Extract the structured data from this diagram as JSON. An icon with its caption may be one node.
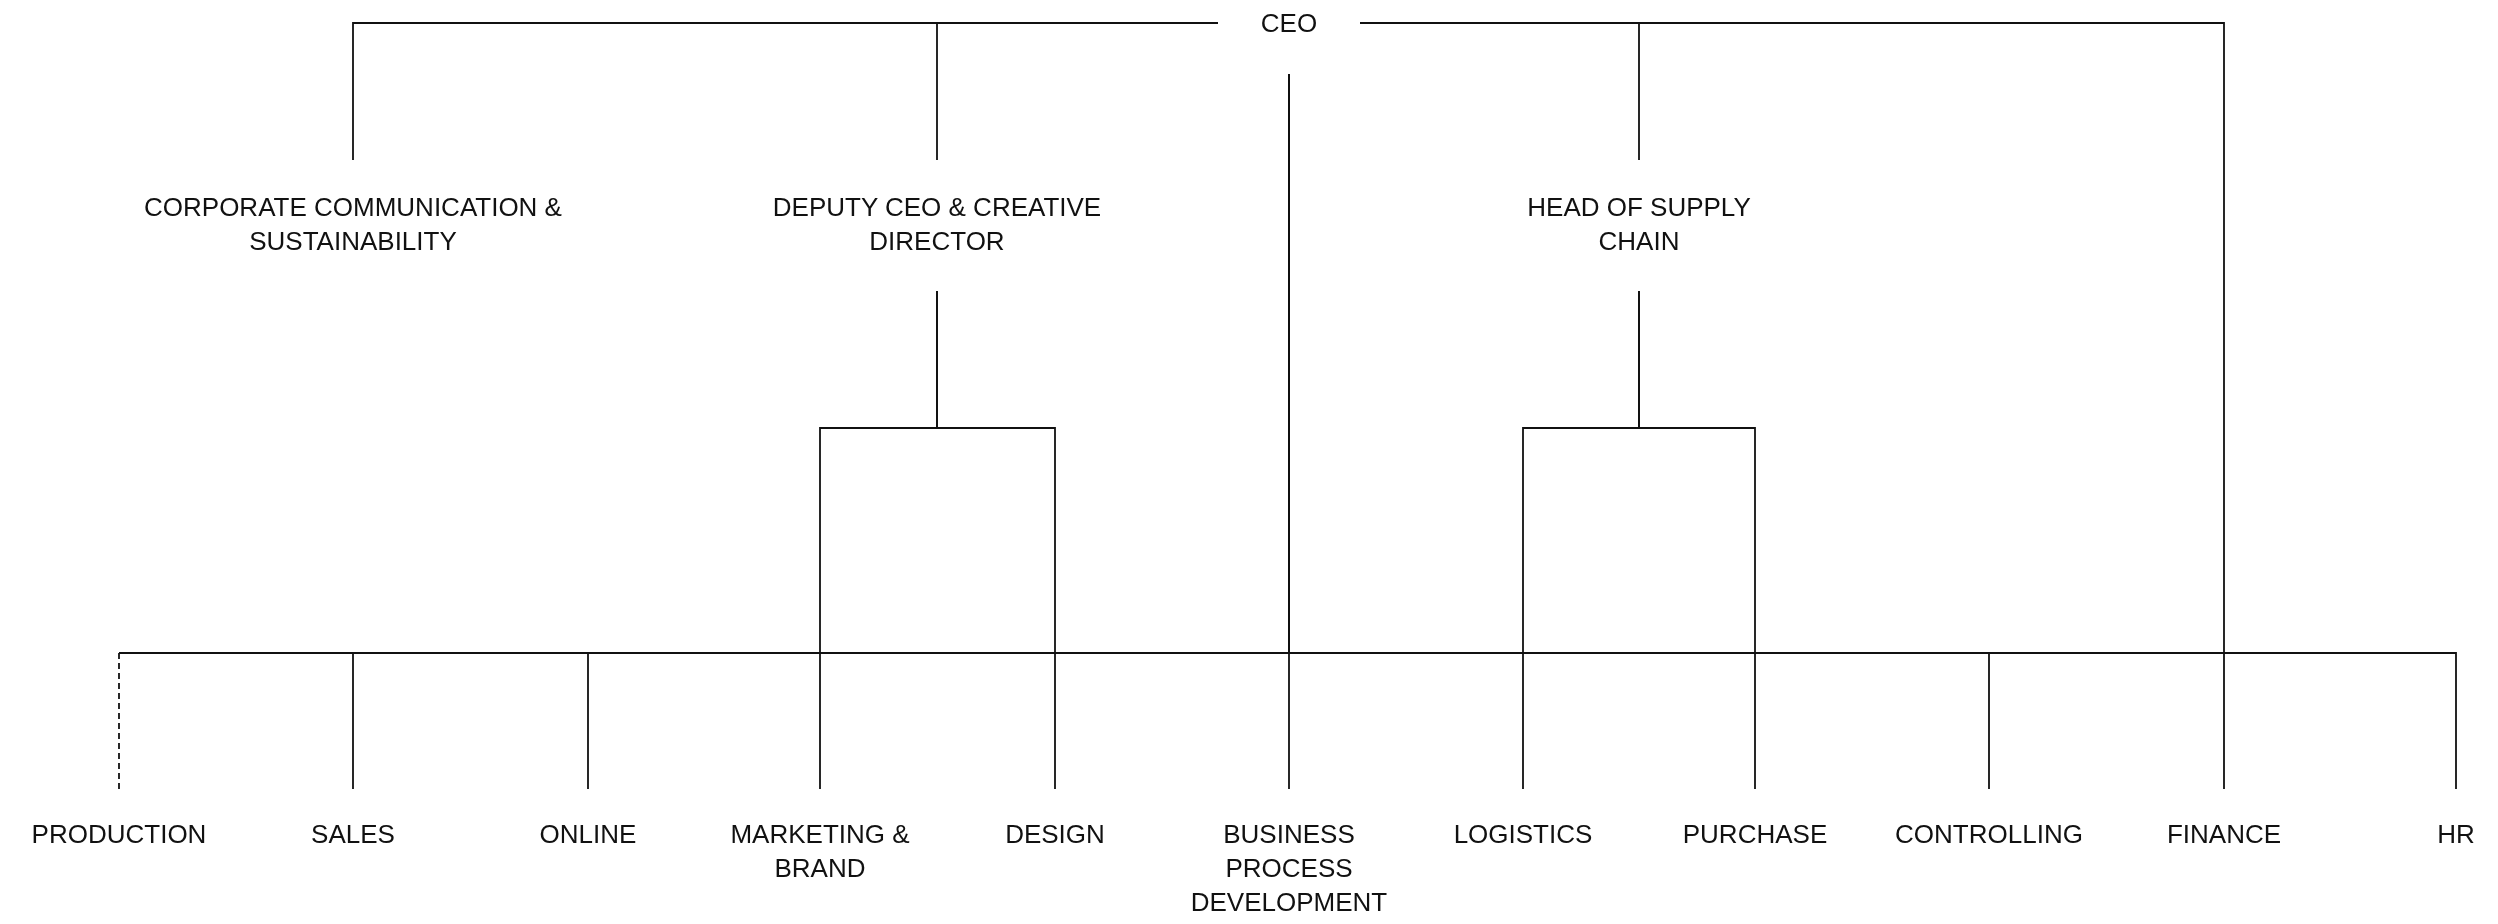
{
  "diagram": {
    "nodes": [
      {
        "text": [
          "CEO"
        ]
      },
      {
        "text": [
          "CORPORATE COMMUNICATION & SUSTAINABILITY"
        ]
      },
      {
        "text": [
          "DEPUTY CEO & CREATIVE DIRECTOR"
        ]
      },
      {
        "text": [
          "HEAD OF SUPPLY CHAIN"
        ]
      },
      {
        "text": [
          "PRODUCTION"
        ]
      },
      {
        "text": [
          "SALES"
        ]
      },
      {
        "text": [
          "ONLINE"
        ]
      },
      {
        "text": [
          "MARKETING & BRAND"
        ]
      },
      {
        "text": [
          "DESIGN"
        ]
      },
      {
        "text": [
          "BUSINESS PROCESS DEVELOPMENT"
        ]
      },
      {
        "text": [
          "LOGISTICS"
        ]
      },
      {
        "text": [
          "PURCHASE"
        ]
      },
      {
        "text": [
          "CONTROLLING"
        ]
      },
      {
        "text": [
          "FINANCE"
        ]
      },
      {
        "text": [
          "HR"
        ]
      }
    ],
    "edges": [
      {
        "from": 0,
        "to": 1,
        "arrow": "none"
      },
      {
        "from": 0,
        "to": 2,
        "arrow": "none"
      },
      {
        "from": 0,
        "to": 3,
        "arrow": "none"
      },
      {
        "from": 0,
        "to": 13,
        "arrow": "none"
      },
      {
        "from": 0,
        "to": 9,
        "arrow": "none"
      },
      {
        "from": 0,
        "to": 4,
        "arrow": "none",
        "style": "dashed"
      },
      {
        "from": 0,
        "to": 5,
        "arrow": "none"
      },
      {
        "from": 0,
        "to": 6,
        "arrow": "none"
      },
      {
        "from": 0,
        "to": 12,
        "arrow": "none"
      },
      {
        "from": 0,
        "to": 14,
        "arrow": "none"
      },
      {
        "from": 2,
        "to": 7,
        "arrow": "none"
      },
      {
        "from": 2,
        "to": 8,
        "arrow": "none"
      },
      {
        "from": 3,
        "to": 10,
        "arrow": "none"
      },
      {
        "from": 3,
        "to": 11,
        "arrow": "none"
      }
    ]
  }
}
